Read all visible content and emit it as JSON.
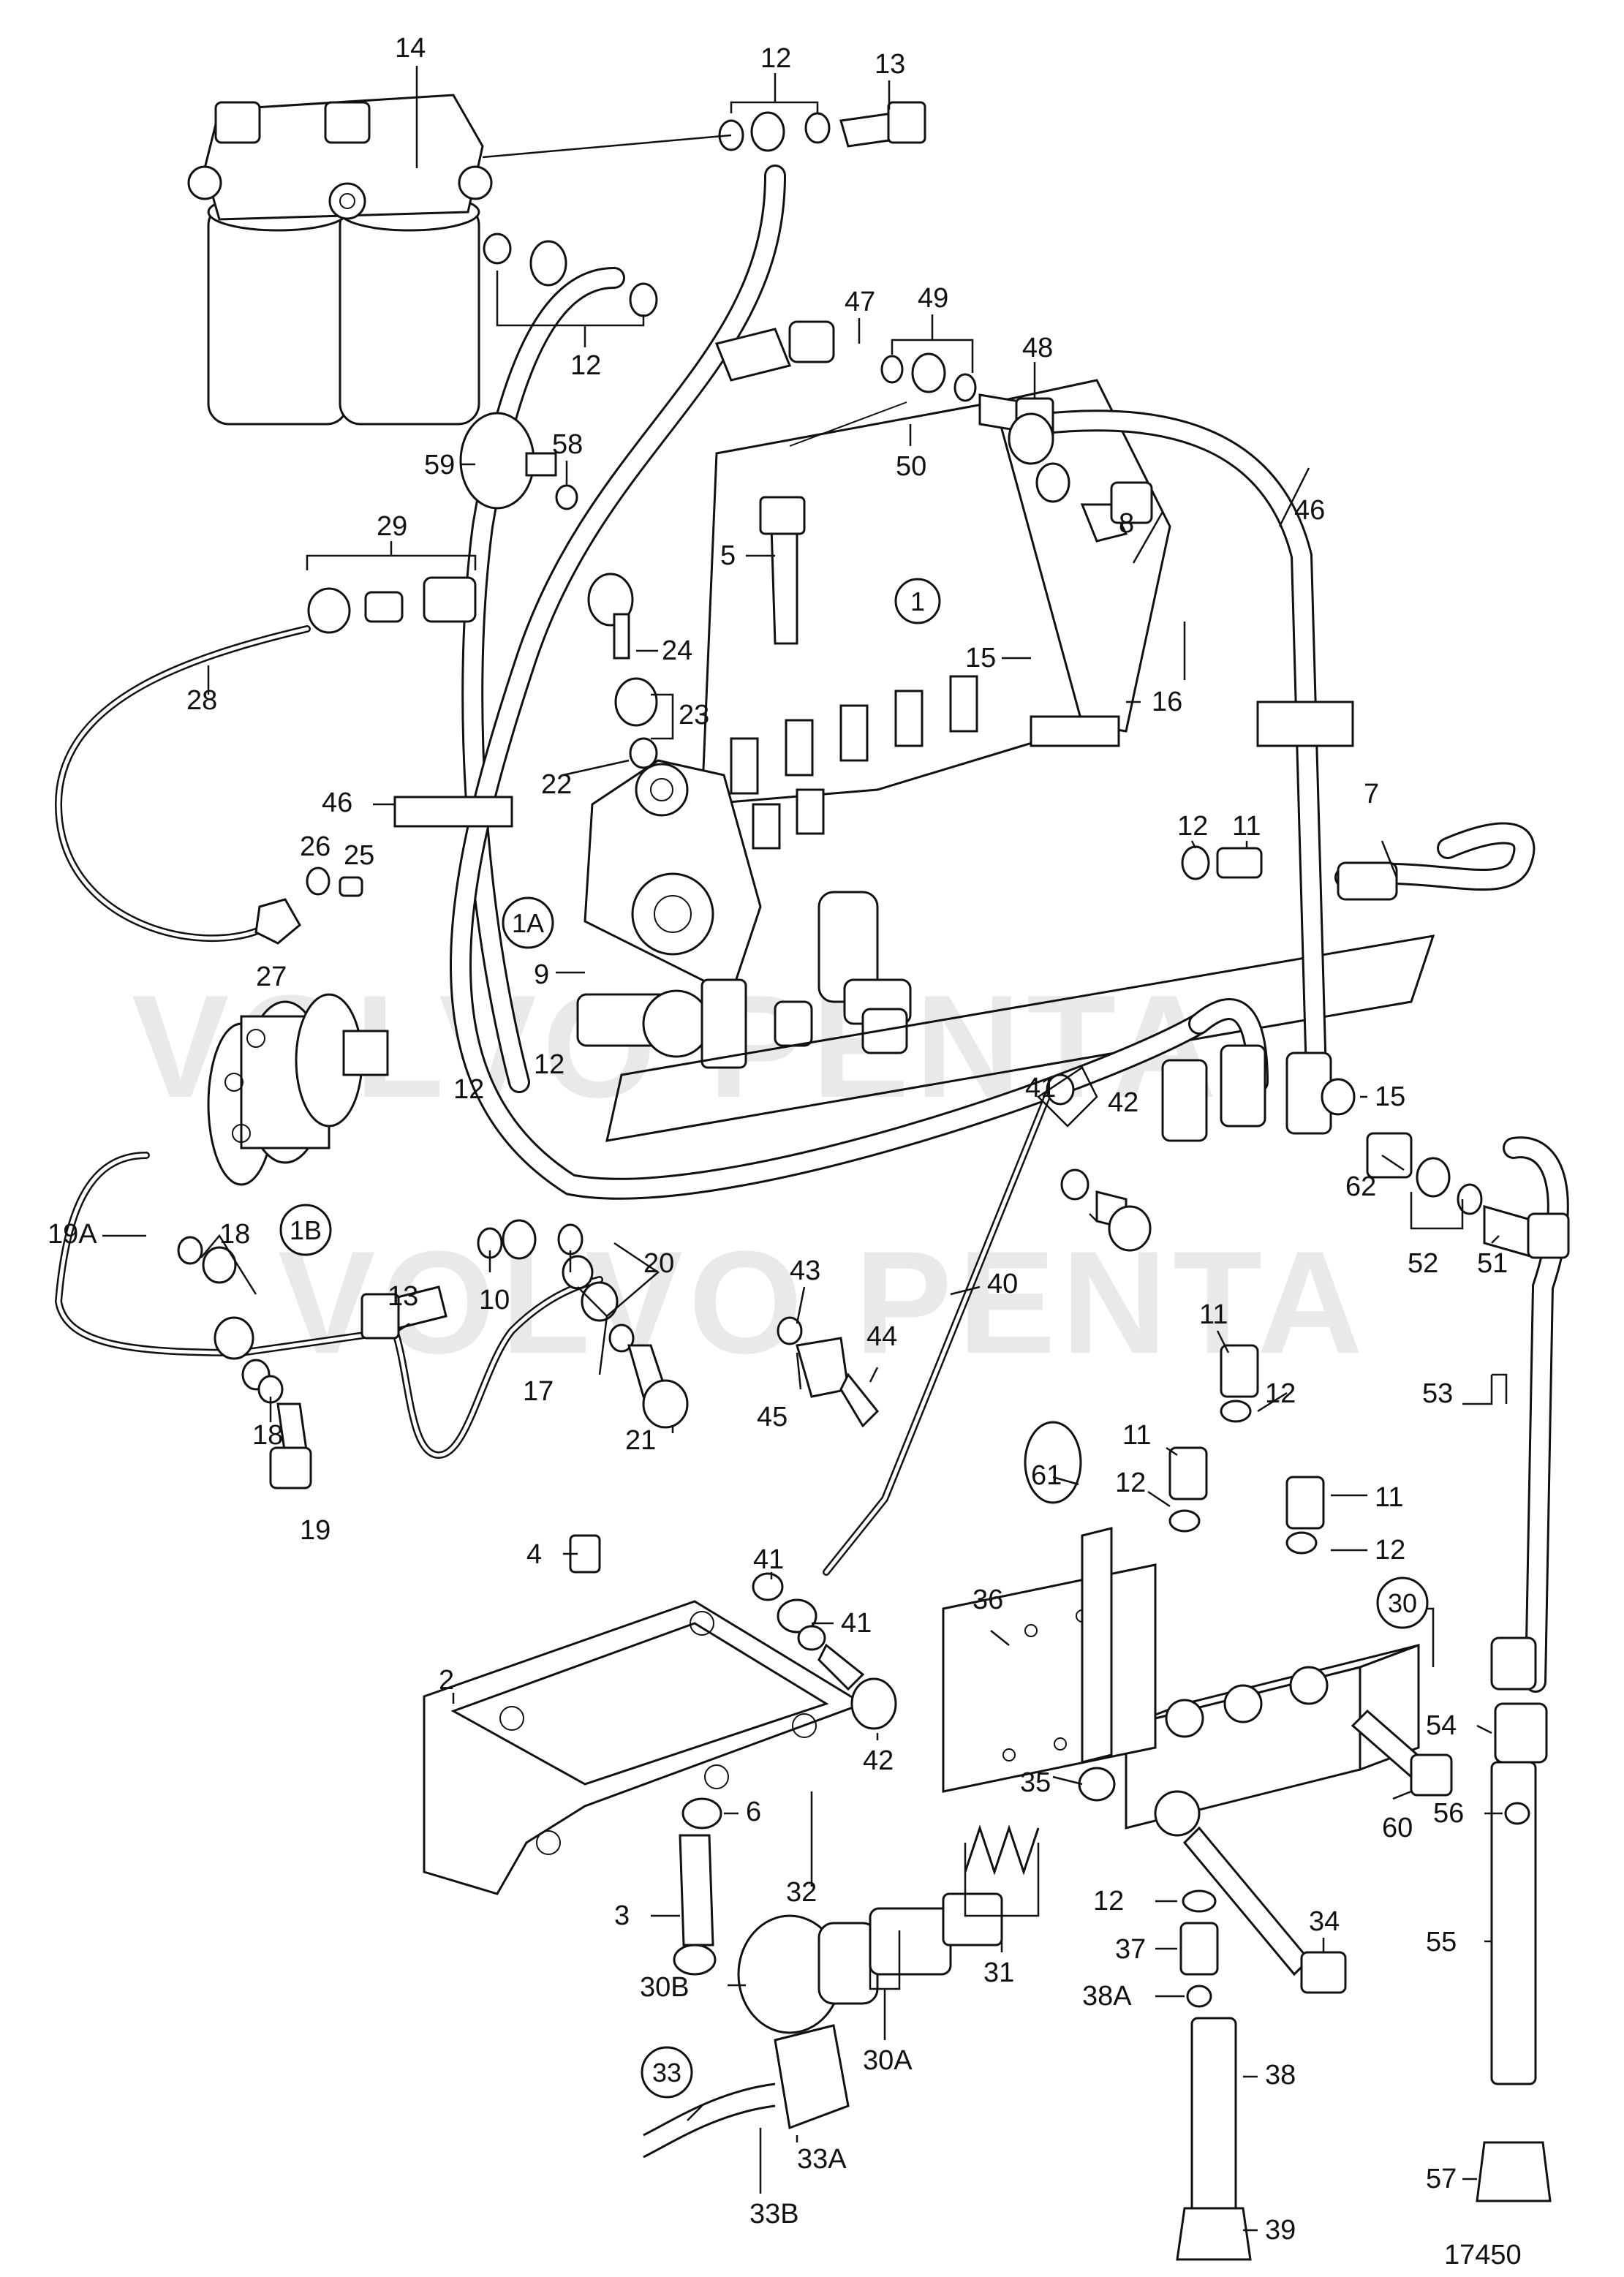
{
  "drawing_number": "17450",
  "watermark_lines": [
    "VOLVO PENTA",
    "VOLVO PENTA"
  ],
  "callouts": [
    "1",
    "1A",
    "1B",
    "2",
    "3",
    "4",
    "5",
    "6",
    "7",
    "8",
    "9",
    "10",
    "11",
    "12",
    "13",
    "14",
    "15",
    "16",
    "17",
    "18",
    "19",
    "19A",
    "20",
    "21",
    "22",
    "23",
    "24",
    "25",
    "26",
    "27",
    "28",
    "29",
    "30",
    "30A",
    "30B",
    "31",
    "32",
    "33",
    "33A",
    "33B",
    "34",
    "35",
    "36",
    "37",
    "38",
    "38A",
    "39",
    "40",
    "41",
    "42",
    "43",
    "44",
    "45",
    "46",
    "47",
    "48",
    "49",
    "50",
    "51",
    "52",
    "53",
    "54",
    "55",
    "56",
    "57",
    "58",
    "59",
    "60",
    "61",
    "62"
  ],
  "circled_callouts": [
    "1",
    "1A",
    "1B",
    "30",
    "33"
  ],
  "colors": {
    "line": "#111111",
    "background": "#ffffff",
    "watermark": "#d8d8d8"
  }
}
